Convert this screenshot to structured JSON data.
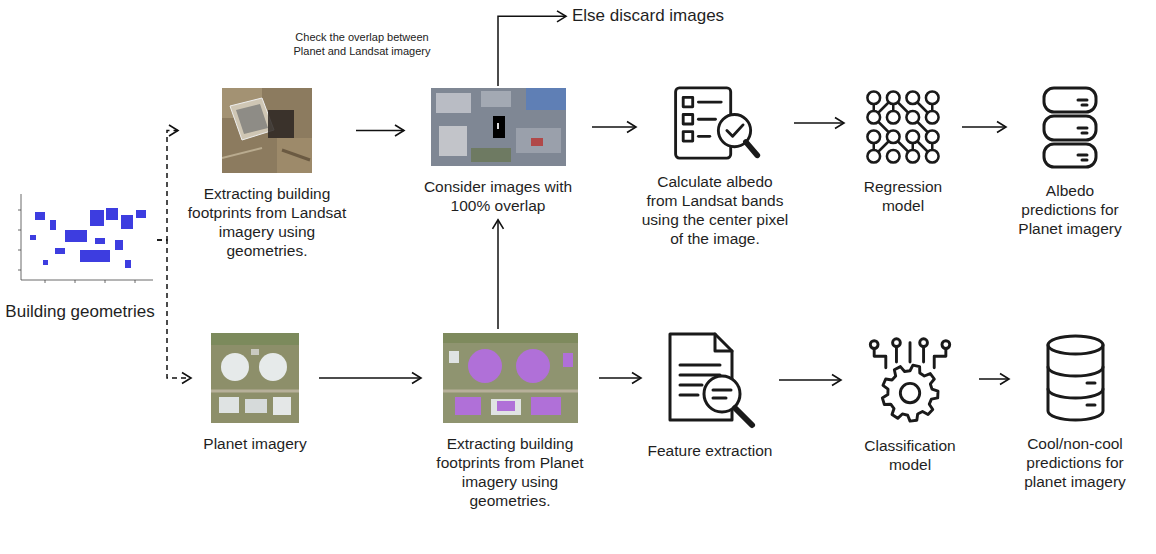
{
  "diagram": {
    "nodes": [
      {
        "text": [
          "Building geometries"
        ]
      },
      {
        "text": [
          "Extracting building footprints from Landsat imagery using geometries."
        ]
      },
      {
        "text": [
          "Consider images with 100% overlap"
        ]
      },
      {
        "text": [
          "Calculate albedo from Landsat bands using the center pixel of the image."
        ]
      },
      {
        "text": [
          "Regression model"
        ]
      },
      {
        "text": [
          "Albedo predictions for Planet imagery"
        ]
      },
      {
        "text": [
          "Planet imagery"
        ]
      },
      {
        "text": [
          "Extracting building footprints from Planet imagery using geometries."
        ]
      },
      {
        "text": [
          "Feature extraction"
        ]
      },
      {
        "text": [
          "Classification model"
        ]
      },
      {
        "text": [
          "Cool/non-cool predictions for planet imagery"
        ]
      },
      {
        "text": [
          "Else discard images"
        ]
      }
    ],
    "edges": [
      {
        "from": 0,
        "to": 1,
        "arrow": "to"
      },
      {
        "from": 0,
        "to": 6,
        "arrow": "to"
      },
      {
        "from": 1,
        "to": 2,
        "arrow": "to"
      },
      {
        "from": 2,
        "to": 3,
        "arrow": "to"
      },
      {
        "from": 3,
        "to": 4,
        "arrow": "to"
      },
      {
        "from": 4,
        "to": 5,
        "arrow": "to"
      },
      {
        "from": 6,
        "to": 7,
        "arrow": "to"
      },
      {
        "from": 7,
        "to": 8,
        "arrow": "to"
      },
      {
        "from": 8,
        "to": 9,
        "arrow": "to"
      },
      {
        "from": 9,
        "to": 10,
        "arrow": "to"
      },
      {
        "from": 7,
        "to": 2,
        "arrow": "to"
      },
      {
        "from": 2,
        "to": 11,
        "label": "Check the overlap between Planet and Landsat imagery",
        "arrow": "to"
      }
    ]
  }
}
